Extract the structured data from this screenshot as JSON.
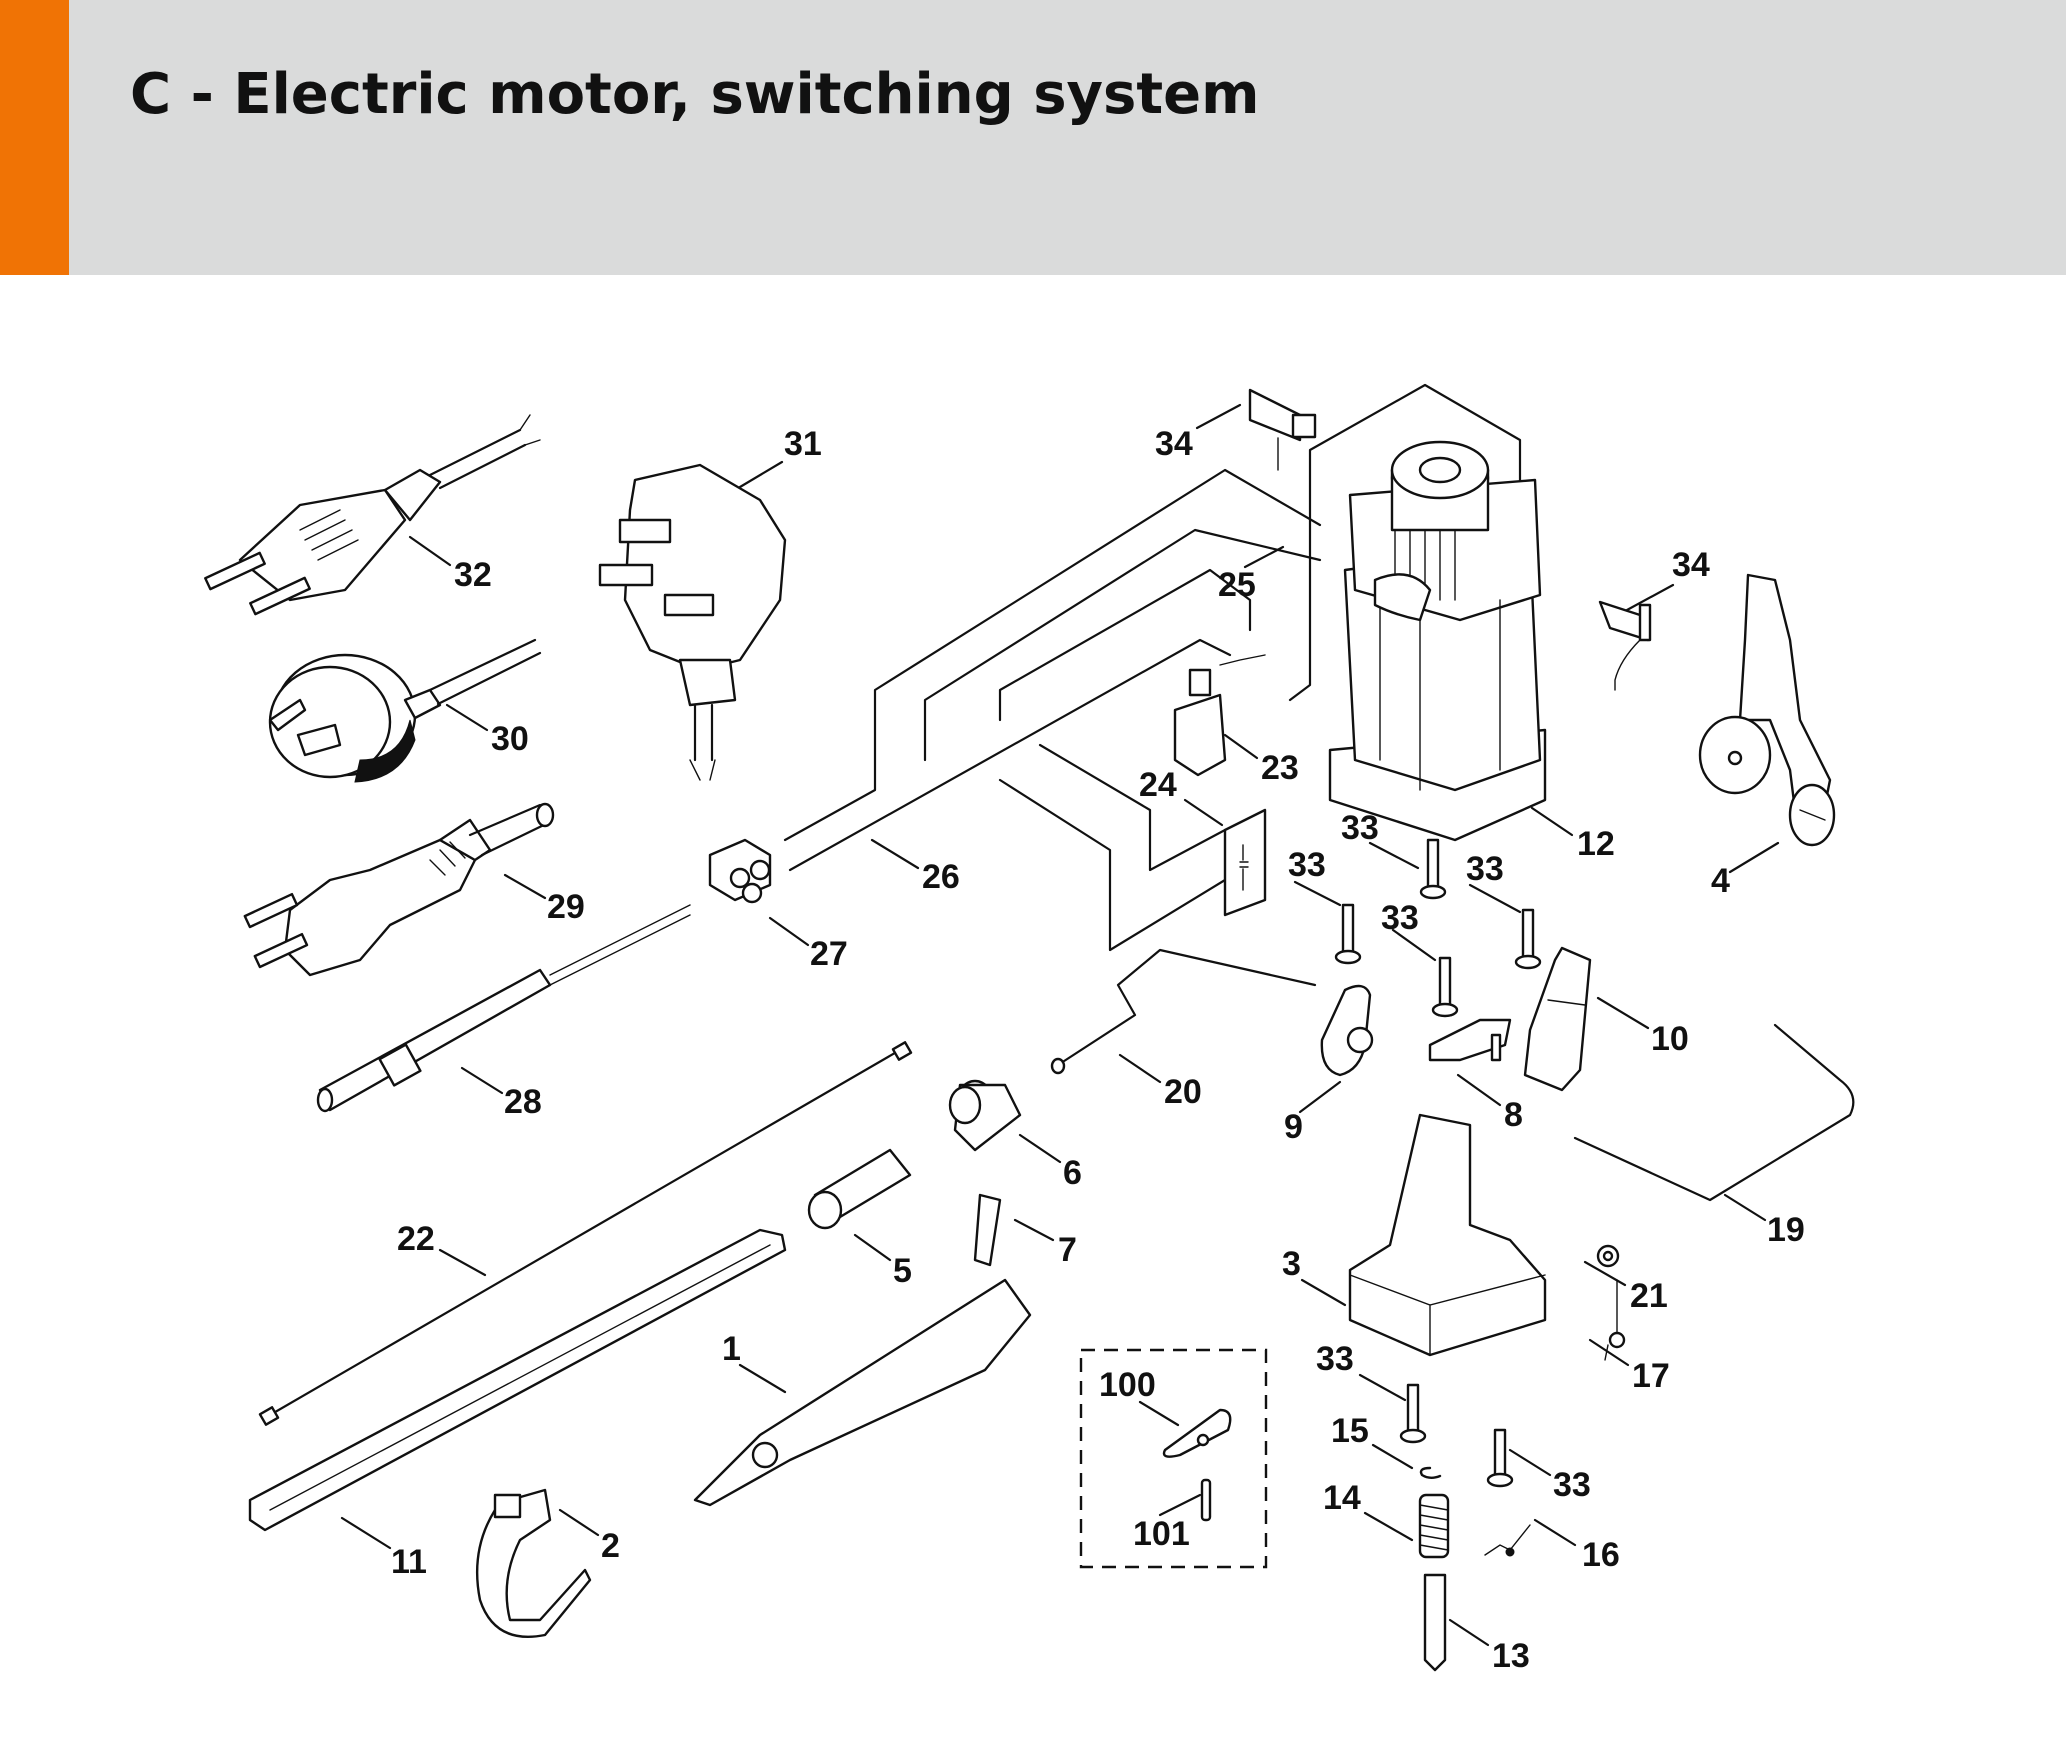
{
  "page": {
    "title": "C - Electric motor, switching system",
    "accent_color": "#f07305",
    "header_color": "#dadbdb"
  },
  "callouts": [
    {
      "id": "c31",
      "label": "31",
      "part": "uk-mains-plug"
    },
    {
      "id": "c32",
      "label": "32",
      "part": "euro-flat-plug"
    },
    {
      "id": "c30",
      "label": "30",
      "part": "australian-plug"
    },
    {
      "id": "c29",
      "label": "29",
      "part": "schuko-plug"
    },
    {
      "id": "c28",
      "label": "28",
      "part": "connecting-cable"
    },
    {
      "id": "c27",
      "label": "27",
      "part": "terminal-strip"
    },
    {
      "id": "c26",
      "label": "26",
      "part": "wire-harness"
    },
    {
      "id": "c25",
      "label": "25",
      "part": "wire-harness-motor"
    },
    {
      "id": "c34a",
      "label": "34",
      "part": "carbon-brush-top"
    },
    {
      "id": "c34b",
      "label": "34",
      "part": "carbon-brush-right"
    },
    {
      "id": "c23",
      "label": "23",
      "part": "micro-switch"
    },
    {
      "id": "c24",
      "label": "24",
      "part": "capacitor"
    },
    {
      "id": "c12",
      "label": "12",
      "part": "electric-motor"
    },
    {
      "id": "c4",
      "label": "4",
      "part": "lever"
    },
    {
      "id": "c33a",
      "label": "33",
      "part": "screw"
    },
    {
      "id": "c33b",
      "label": "33",
      "part": "screw"
    },
    {
      "id": "c33c",
      "label": "33",
      "part": "screw"
    },
    {
      "id": "c33d",
      "label": "33",
      "part": "screw"
    },
    {
      "id": "c10",
      "label": "10",
      "part": "switch-trigger"
    },
    {
      "id": "c20",
      "label": "20",
      "part": "rod"
    },
    {
      "id": "c9",
      "label": "9",
      "part": "cam"
    },
    {
      "id": "c8",
      "label": "8",
      "part": "slide"
    },
    {
      "id": "c6",
      "label": "6",
      "part": "sleeve-clip"
    },
    {
      "id": "c19",
      "label": "19",
      "part": "bracket-rod"
    },
    {
      "id": "c22",
      "label": "22",
      "part": "control-cable"
    },
    {
      "id": "c5",
      "label": "5",
      "part": "sleeve"
    },
    {
      "id": "c7",
      "label": "7",
      "part": "retainer"
    },
    {
      "id": "c3",
      "label": "3",
      "part": "switch-housing"
    },
    {
      "id": "c21",
      "label": "21",
      "part": "washer"
    },
    {
      "id": "c1",
      "label": "1",
      "part": "handle-molding"
    },
    {
      "id": "c17",
      "label": "17",
      "part": "torsion-spring"
    },
    {
      "id": "c33e",
      "label": "33",
      "part": "screw"
    },
    {
      "id": "c100",
      "label": "100",
      "part": "wing-lever"
    },
    {
      "id": "c15",
      "label": "15",
      "part": "e-clip"
    },
    {
      "id": "c33f",
      "label": "33",
      "part": "screw"
    },
    {
      "id": "c14",
      "label": "14",
      "part": "compression-spring"
    },
    {
      "id": "c2",
      "label": "2",
      "part": "bracket"
    },
    {
      "id": "c11",
      "label": "11",
      "part": "control-rod"
    },
    {
      "id": "c101",
      "label": "101",
      "part": "pin"
    },
    {
      "id": "c16",
      "label": "16",
      "part": "torsion-spring"
    },
    {
      "id": "c13",
      "label": "13",
      "part": "pin-shaft"
    }
  ]
}
